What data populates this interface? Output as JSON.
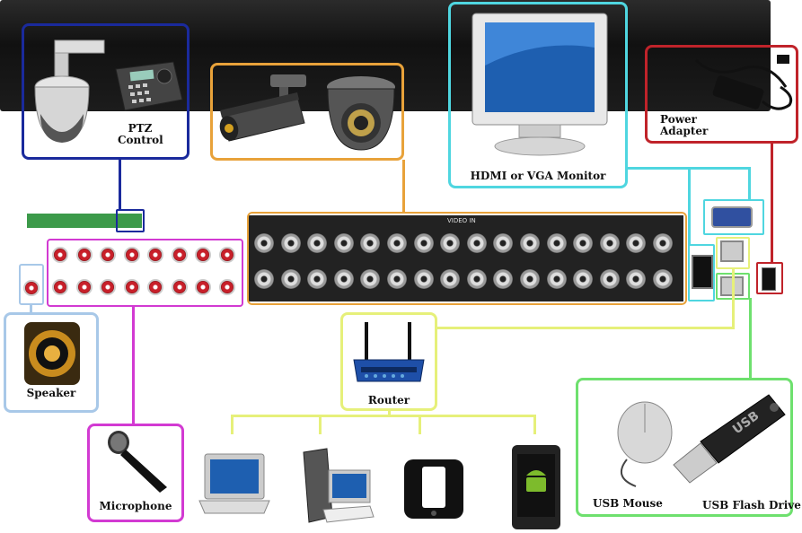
{
  "labels": {
    "ptz": "PTZ\nControl",
    "monitor": "HDMI or VGA Monitor",
    "power": "Power\nAdapter",
    "speaker": "Speaker",
    "router": "Router",
    "microphone": "Microphone",
    "usb_mouse": "USB Mouse",
    "usb_flash": "USB Flash Drive",
    "video_in": "VIDEO IN"
  },
  "colors": {
    "ptz": "#1a2a9c",
    "cameras": "#e8a23a",
    "monitor": "#4fd6e0",
    "power": "#c0232a",
    "speaker": "#a8c8e8",
    "microphone": "#d23ad2",
    "router": "#e6f07a",
    "usb": "#6ee06e"
  },
  "icons": [
    "ptz-camera-icon",
    "ptz-keyboard-icon",
    "bullet-camera-icon",
    "dome-camera-icon",
    "monitor-icon",
    "power-adapter-icon",
    "speaker-icon",
    "router-icon",
    "microphone-icon",
    "laptop-icon",
    "desktop-pc-icon",
    "iphone-icon",
    "android-phone-icon",
    "usb-mouse-icon",
    "usb-flash-drive-icon",
    "dvr-rear-panel"
  ]
}
